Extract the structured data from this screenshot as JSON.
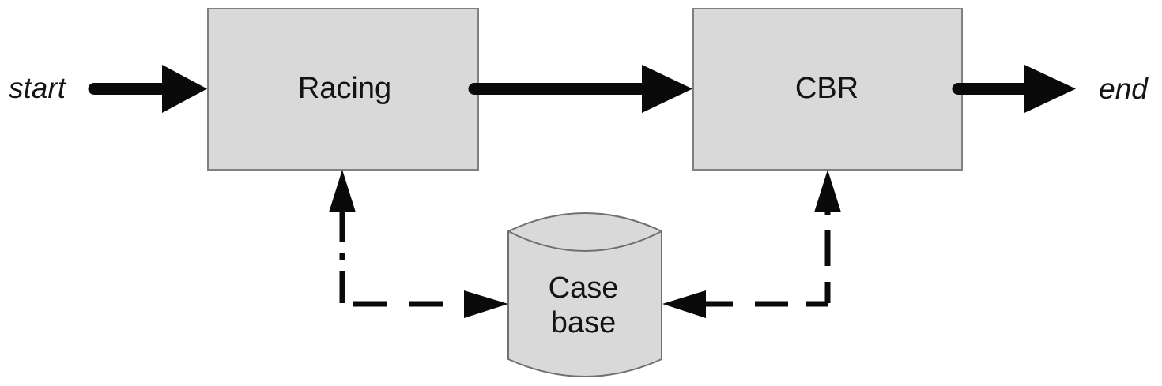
{
  "diagram": {
    "type": "flow-diagram",
    "background": "#ffffff",
    "start_label": "start",
    "end_label": "end",
    "nodes": {
      "racing": {
        "label": "Racing",
        "shape": "rectangle"
      },
      "cbr": {
        "label": "CBR",
        "shape": "rectangle"
      },
      "case_base": {
        "label": "Case base",
        "label_line1": "Case",
        "label_line2": "base",
        "shape": "cylinder"
      }
    },
    "edges": [
      {
        "from": "start",
        "to": "racing",
        "style": "thick-solid-arrow"
      },
      {
        "from": "racing",
        "to": "cbr",
        "style": "thick-solid-arrow"
      },
      {
        "from": "cbr",
        "to": "end",
        "style": "thick-solid-arrow"
      },
      {
        "from": "racing",
        "to": "case_base",
        "style": "dashed-elbow",
        "arrowheads": [
          "up-into-racing",
          "right-into-case-base"
        ]
      },
      {
        "from": "cbr",
        "to": "case_base",
        "style": "dashed-elbow",
        "arrowheads": [
          "up-into-cbr",
          "left-into-case-base"
        ]
      }
    ]
  },
  "colors": {
    "background": "#ffffff",
    "node_fill": "#d9d9d9",
    "node_border": "#808080",
    "cylinder_border": "#707070",
    "connector": "#0a0a0a",
    "text": "#141414"
  }
}
